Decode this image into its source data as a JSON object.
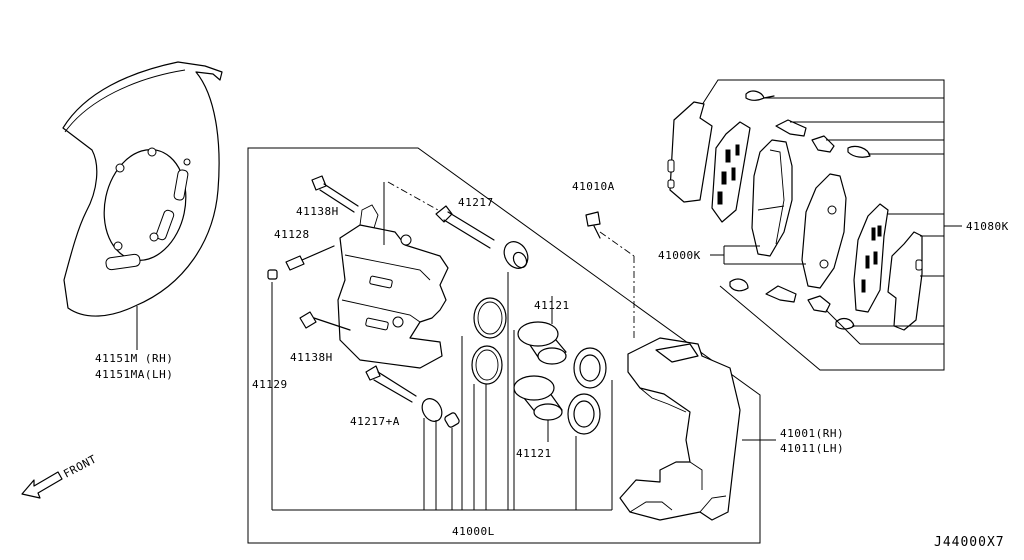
{
  "labels": {
    "backing_plate_rh": "41151M (RH)",
    "backing_plate_lh": "41151MA(LH)",
    "bolt_upper": "41138H",
    "bolt_lower": "41138H",
    "bleeder": "41128",
    "cap": "41129",
    "pin": "41217",
    "pin_a": "41217+A",
    "bolt_41010a": "41010A",
    "piston_upper": "41121",
    "piston_lower": "41121",
    "pad_kit": "41000K",
    "pad_hardware": "41080K",
    "support_rh": "41001(RH)",
    "support_lh": "41011(LH)",
    "caliper_assy": "41000L",
    "front": "FRONT",
    "diagram_ref": "J44000X7"
  }
}
